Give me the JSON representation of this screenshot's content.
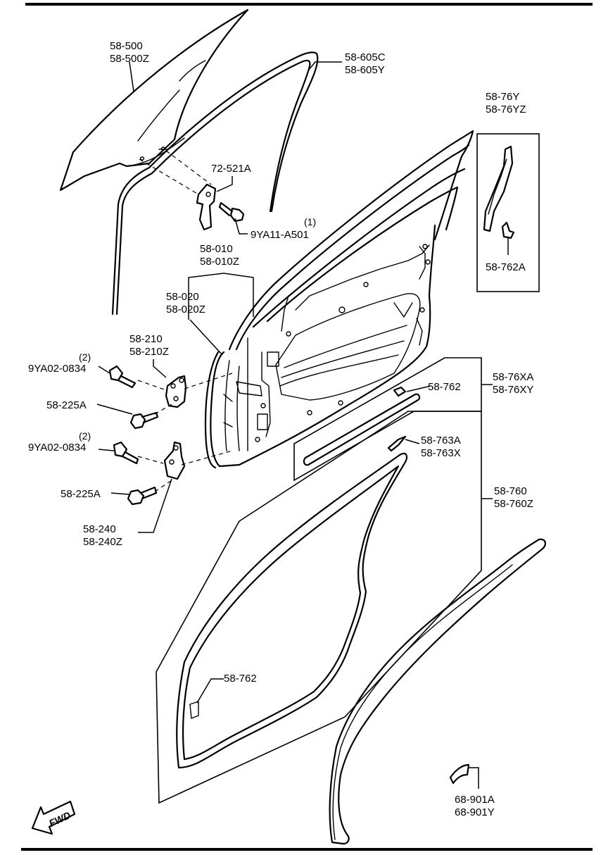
{
  "labels": {
    "glass": [
      "58-500",
      "58-500Z"
    ],
    "run_channel": [
      "58-605C",
      "58-605Y"
    ],
    "glass_bracket": "72-521A",
    "glass_bolt_qty": "(1)",
    "glass_bolt": "9YA11-A501",
    "door_shell": [
      "58-010",
      "58-010Z"
    ],
    "door_panel": [
      "58-020",
      "58-020Z"
    ],
    "upper_hinge": [
      "58-210",
      "58-210Z"
    ],
    "hinge_bolt_upper_qty": "(2)",
    "hinge_bolt_upper": "9YA02-0834",
    "hinge_bolt_a_upper": "58-225A",
    "hinge_bolt_lower_qty": "(2)",
    "hinge_bolt_lower": "9YA02-0834",
    "hinge_bolt_a_lower": "58-225A",
    "lower_hinge": [
      "58-240",
      "58-240Z"
    ],
    "garnish_upper": [
      "58-76Y",
      "58-76YZ"
    ],
    "garnish_clip_a": "58-762A",
    "belt_molding": [
      "58-76XA",
      "58-76XY"
    ],
    "belt_clip": "58-762",
    "molding_clip": [
      "58-763A",
      "58-763X"
    ],
    "weatherstrip": [
      "58-760",
      "58-760Z"
    ],
    "weatherstrip_clip": "58-762",
    "outer_weatherstrip": [
      "68-901A",
      "68-901Y"
    ],
    "fwd_arrow": "FWD"
  }
}
